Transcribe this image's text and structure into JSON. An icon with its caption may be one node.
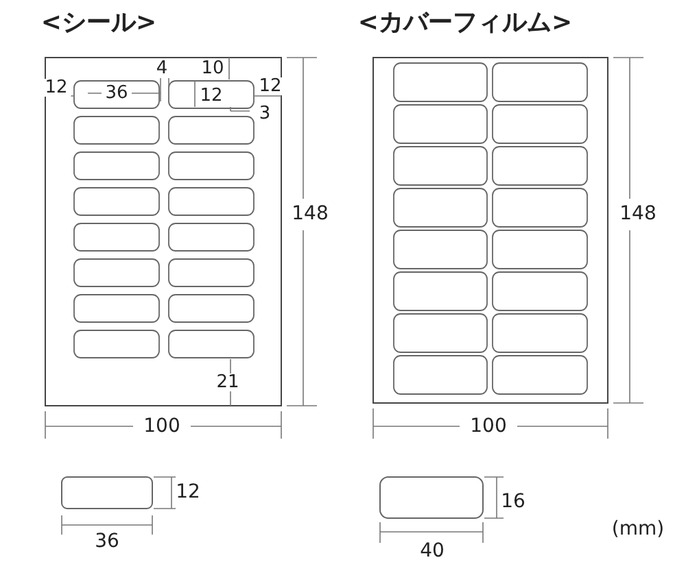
{
  "diagram": {
    "labels": [
      "<シール>",
      "<カバーフィルム>",
      "4",
      "10",
      "12",
      "36",
      "12",
      "12",
      "3",
      "148",
      "148",
      "21",
      "100",
      "100",
      "12",
      "16",
      "36",
      "40",
      "(mm)"
    ]
  }
}
